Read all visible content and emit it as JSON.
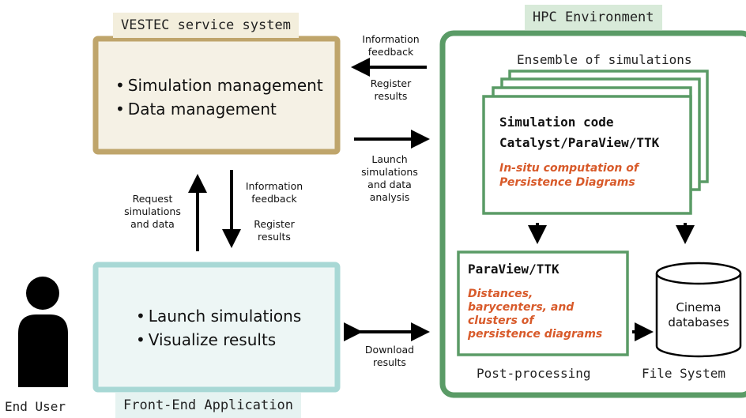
{
  "service": {
    "title": "VESTEC service system",
    "items": [
      "Simulation management",
      "Data management"
    ]
  },
  "frontend": {
    "title": "Front-End Application",
    "items": [
      "Launch simulations",
      "Visualize results"
    ]
  },
  "user": {
    "label": "End User"
  },
  "hpc": {
    "title": "HPC Environment",
    "ensemble_title": "Ensemble of simulations",
    "sim_code_line1": "Simulation code",
    "sim_code_line2": "Catalyst/ParaView/TTK",
    "insitu_line1": "In-situ computation of",
    "insitu_line2": "Persistence Diagrams",
    "post": {
      "title": "ParaView/TTK",
      "lines": [
        "Distances,",
        "barycenters, and",
        "clusters of",
        "persistence diagrams"
      ],
      "caption": "Post-processing"
    },
    "cinema": {
      "line1": "Cinema",
      "line2": "databases",
      "caption": "File System"
    }
  },
  "arrows": {
    "top_feedback_1": "Information",
    "top_feedback_2": "feedback",
    "top_register_1": "Register",
    "top_register_2": "results",
    "launch_1": "Launch",
    "launch_2": "simulations",
    "launch_3": "and data",
    "launch_4": "analysis",
    "request_1": "Request",
    "request_2": "simulations",
    "request_3": "and data",
    "mid_feedback_1": "Information",
    "mid_feedback_2": "feedback",
    "mid_register_1": "Register",
    "mid_register_2": "results",
    "download_1": "Download",
    "download_2": "results"
  },
  "colors": {
    "service_border": "#bfa56b",
    "service_fill": "#f5f1e5",
    "service_tag_fill": "#f3eedc",
    "frontend_border": "#a8d8d5",
    "frontend_fill": "#edf6f5",
    "frontend_tag_fill": "#e6f3f1",
    "hpc_border": "#5a9b66",
    "hpc_fill": "#ffffff",
    "hpc_tag_fill": "#d8ead9",
    "accent_text": "#d85a2a"
  }
}
